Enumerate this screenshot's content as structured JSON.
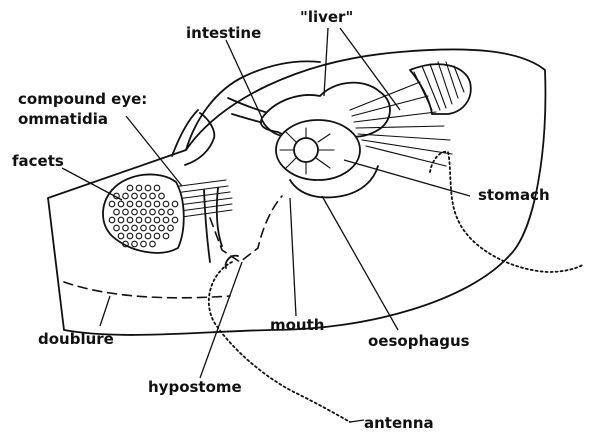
{
  "labels": {
    "intestine": "intestine",
    "liver": "\"liver\"",
    "compound_eye_line1": "compound eye:",
    "compound_eye_line2": "ommatidia",
    "facets": "facets",
    "stomach": "stomach",
    "doublure": "doublure",
    "mouth": "mouth",
    "oesophagus": "oesophagus",
    "hypostome": "hypostome",
    "antenna": "antenna"
  }
}
